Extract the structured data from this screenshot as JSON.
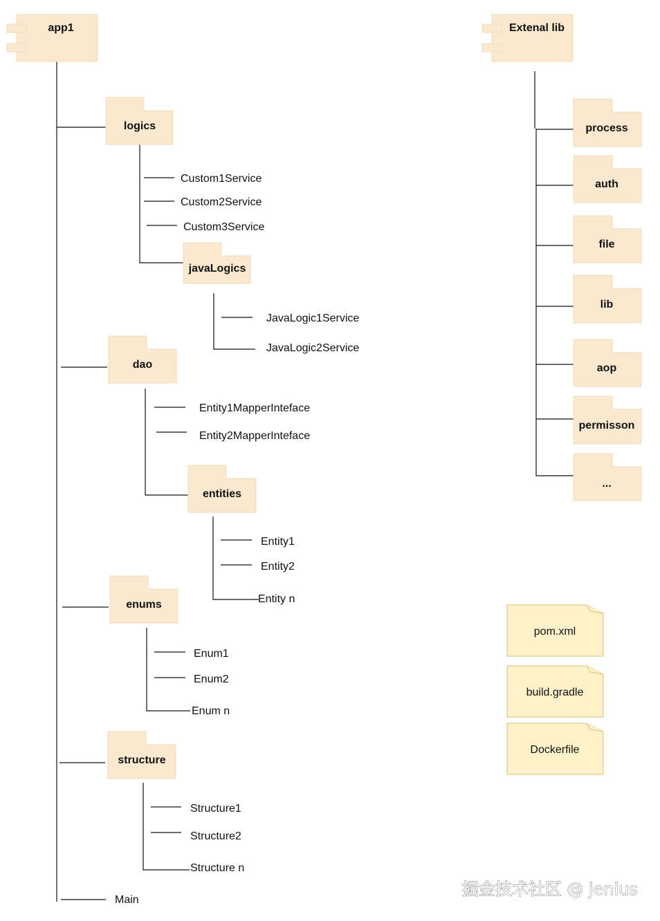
{
  "root": {
    "label": "app1",
    "icon": "component-icon"
  },
  "external": {
    "label": "Extenal lib",
    "icon": "component-icon"
  },
  "folders": {
    "logics": "logics",
    "javaLogics": "javaLogics",
    "dao": "dao",
    "entities": "entities",
    "enums": "enums",
    "structure": "structure"
  },
  "files": {
    "custom1": "Custom1Service",
    "custom2": "Custom2Service",
    "custom3": "Custom3Service",
    "javalogic1": "JavaLogic1Service",
    "javalogic2": "JavaLogic2Service",
    "entity1mapper": "Entity1MapperInteface",
    "entity2mapper": "Entity2MapperInteface",
    "entity1": "Entity1",
    "entity2": "Entity2",
    "entityn": "Entity n",
    "enum1": "Enum1",
    "enum2": "Enum2",
    "enumn": "Enum n",
    "structure1": "Structure1",
    "structure2": "Structure2",
    "structuren": "Structure n",
    "main": "Main"
  },
  "libs": [
    "process",
    "auth",
    "file",
    "lib",
    "aop",
    "permisson",
    "..."
  ],
  "build_files": [
    "pom.xml",
    "build.gradle",
    "Dockerfile"
  ],
  "watermark": "掘金技术社区 @ jenius",
  "colors": {
    "folder_fill": "#fbe9cf",
    "note_fill": "#fcf1c9",
    "line": "#111111"
  }
}
